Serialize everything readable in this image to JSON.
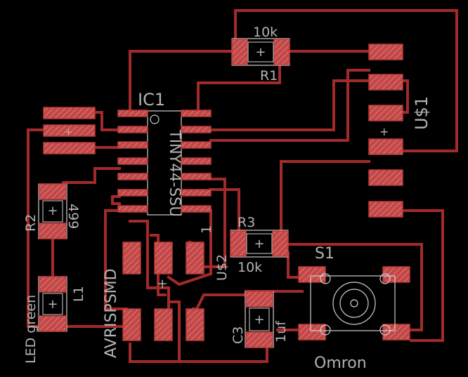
{
  "board": {
    "background": "#000000",
    "trace_color": "#a32a2a",
    "label_color": "#b3b3b3"
  },
  "components": {
    "r1": {
      "name": "R1",
      "value": "10k"
    },
    "ic1": {
      "name": "IC1",
      "value": "TINY44-SSU"
    },
    "usb": {
      "name": "U$1"
    },
    "r2": {
      "name": "R2",
      "value": "499"
    },
    "l1": {
      "name": "L1",
      "value": "LED green"
    },
    "r3": {
      "name": "R3",
      "value": "10k"
    },
    "u2": {
      "name": "U$2",
      "value": "1"
    },
    "isp": {
      "name": "AVRISPSMD"
    },
    "c3": {
      "name": "C3",
      "value": "1uf"
    },
    "s1": {
      "name": "S1",
      "value": "Omron"
    }
  }
}
